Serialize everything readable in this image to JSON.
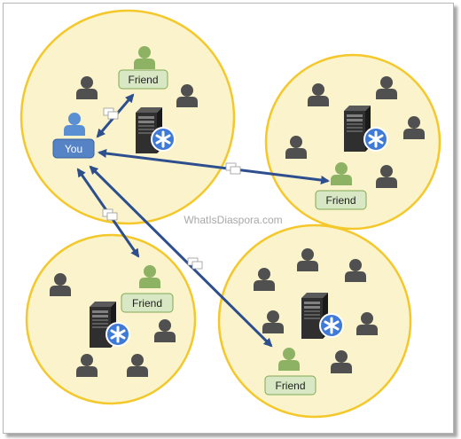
{
  "you_label": "You",
  "friend_label": "Friend",
  "watermark": "WhatIsDiaspora.com",
  "colors": {
    "pod_fill": "#faf3cb",
    "pod_stroke": "#f4c82b",
    "person_dark": "#505050",
    "person_friend": "#8db263",
    "person_you": "#5b8fd4",
    "arrow": "#2d4f8e",
    "friend_label_fill": "#d8e8c4",
    "friend_label_stroke": "#82a855",
    "you_label_fill": "#5682c6",
    "diaspora_badge": "#3f7ad6"
  },
  "icons": [
    "person-icon",
    "server-icon",
    "diaspora-asterisk-icon",
    "chat-bubbles-icon",
    "bidirectional-arrow"
  ]
}
